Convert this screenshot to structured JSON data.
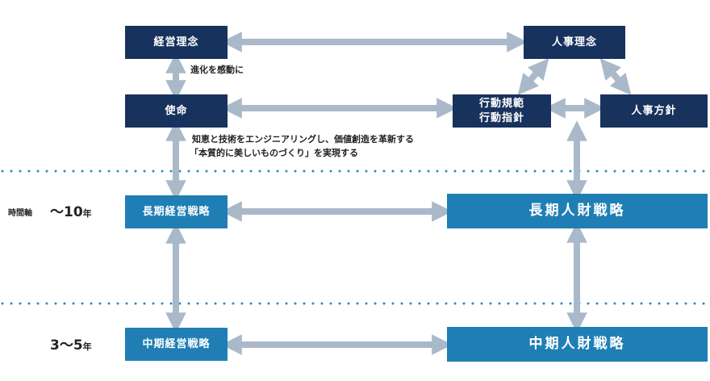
{
  "boxes": {
    "mgmt_philosophy": "経営理念",
    "hr_philosophy": "人事理念",
    "mission": "使命",
    "conduct_line1": "行動規範",
    "conduct_line2": "行動指針",
    "hr_policy": "人事方針",
    "long_mgmt": "長期経営戦略",
    "long_hr": "長期人財戦略",
    "mid_mgmt": "中期経営戦略",
    "mid_hr": "中期人財戦略"
  },
  "captions": {
    "vision": "進化を感動に",
    "mission_line1": "知恵と技術をエンジニアリングし、価値創造を革新する",
    "mission_line2": "「本質的に美しいものづくり」を実現する"
  },
  "time_axis": {
    "label": "時間軸",
    "long_range": "〜10",
    "long_unit": "年",
    "mid_range": "3〜5",
    "mid_unit": "年"
  },
  "colors": {
    "navy": "#17325c",
    "blue": "#1f7fb5",
    "arrow": "#a9b9c9",
    "dots": "#2a8bc4"
  }
}
